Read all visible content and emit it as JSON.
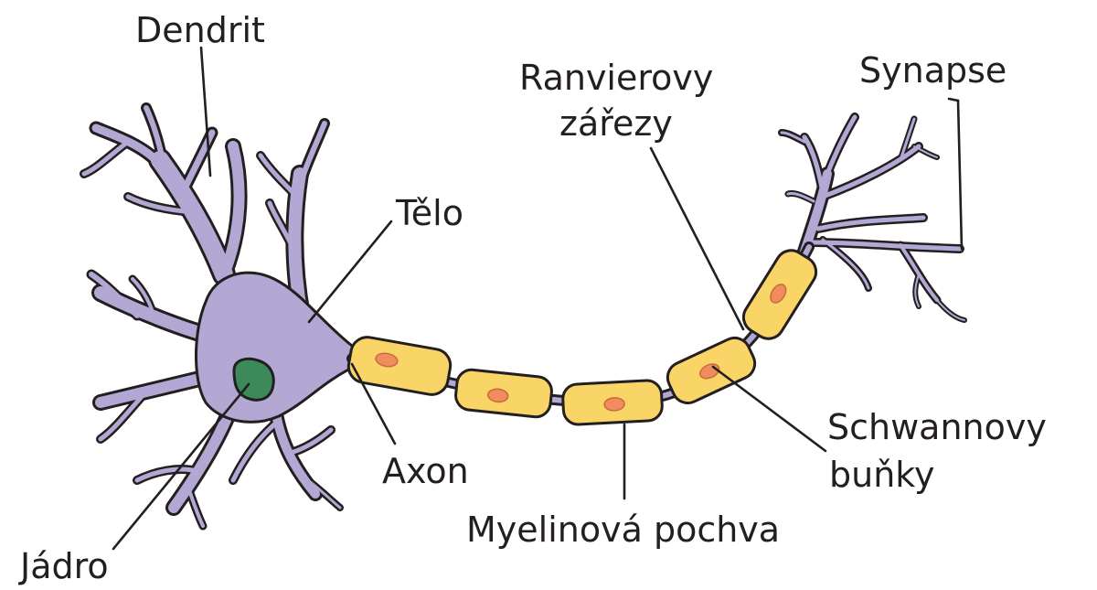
{
  "labels": {
    "dendrite": "Dendrit",
    "soma": "Tělo",
    "nucleus": "Jádro",
    "axon": "Axon",
    "ranvier_line1": "Ranvierovy",
    "ranvier_line2": "zářezy",
    "synapse": "Synapse",
    "schwann_line1": "Schwannovy",
    "schwann_line2": "buňky",
    "myelin": "Myelinová pochva"
  },
  "colors": {
    "neuron_body": "#b3a8d3",
    "myelin_cell": "#f9d466",
    "schwann_nucleus": "#f08d5f",
    "cell_nucleus": "#3c8a5a",
    "outline": "#231f20",
    "background": "#ffffff"
  }
}
